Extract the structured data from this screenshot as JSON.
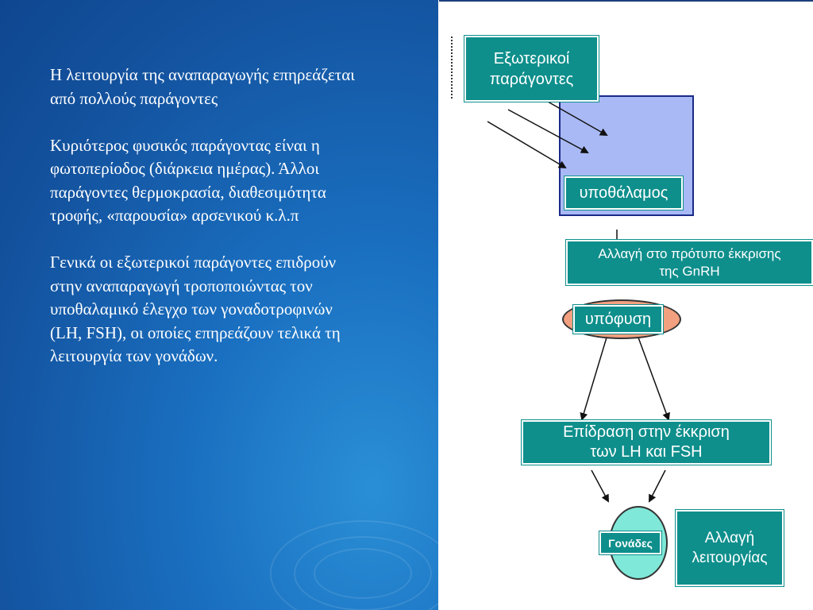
{
  "left_panel": {
    "paragraphs": [
      "Η λειτουργία της αναπαραγωγής επηρεάζεται από πολλούς παράγοντες",
      "Κυριότερος φυσικός παράγοντας είναι η φωτοπερίοδος (διάρκεια ημέρας). Άλλοι παράγοντες θερμοκρασία,  διαθεσιμότητα τροφής,  «παρουσία» αρσενικού κ.λ.π",
      "Γενικά οι εξωτερικοί παράγοντες επιδρούν στην αναπαραγωγή τροποποιώντας τον υποθαλαμικό έλεγχο των γοναδοτροφινών (LH, FSH), οι οποίες  επηρεάζουν τελικά τη λειτουργία των γονάδων."
    ]
  },
  "diagram": {
    "external_factors": [
      "Εξωτερικοί",
      "παράγοντες"
    ],
    "hypothalamus": "υποθάλαμος",
    "gnrh_change": [
      "Αλλαγή στο πρότυπο έκκρισης",
      "της GnRH"
    ],
    "pituitary": "υπόφυση",
    "lh_fsh_effect": [
      "Επίδραση στην έκκριση",
      "των LH και FSH"
    ],
    "gonads": "Γονάδες",
    "function_change": [
      "Αλλαγή",
      "λειτουργίας"
    ]
  },
  "colors": {
    "teal": "#0e8f8c",
    "blue_bg": "#13529e",
    "hypothalamus_fill": "#a9b9f5",
    "pituitary_fill": "#f2a07f",
    "gonads_fill": "#7fe8d8"
  }
}
